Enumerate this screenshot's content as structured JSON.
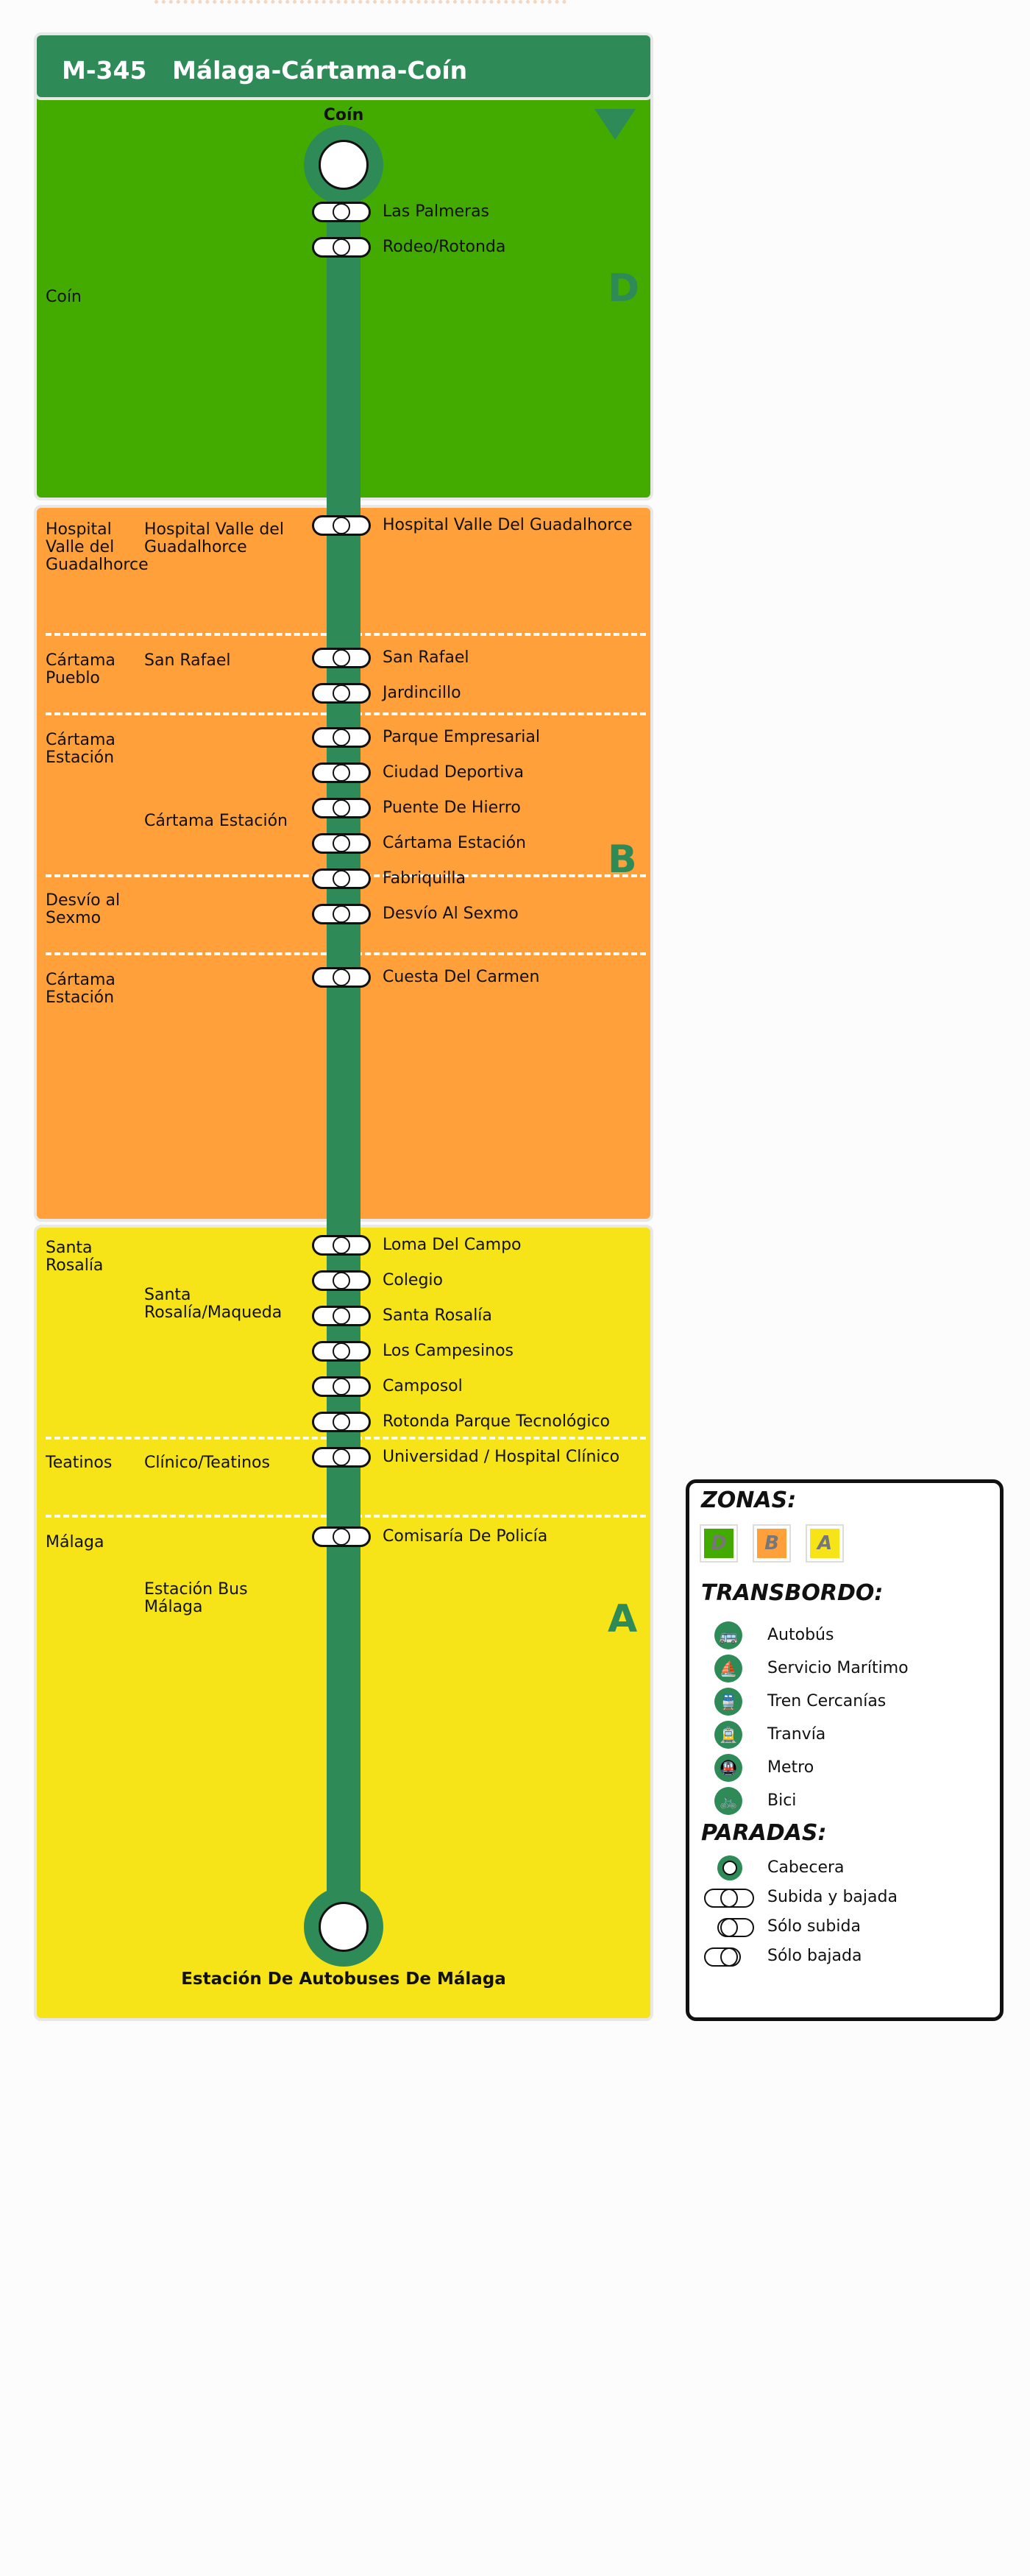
{
  "colors": {
    "header": "#2e8b57",
    "route": "#2e8b57",
    "zone_D": "#43ab00",
    "zone_B": "#ffa03a",
    "zone_A": "#f6e418"
  },
  "header": {
    "line": "M-345",
    "title": "Málaga-Cártama-Coín"
  },
  "route": {
    "start_name": "Coín",
    "end_name": "Estación De Autobuses De Málaga",
    "direction_icon": "triangle-down-icon"
  },
  "zones": [
    {
      "letter": "D"
    },
    {
      "letter": "B"
    },
    {
      "letter": "A"
    }
  ],
  "localities": [
    "Coín",
    "Hospital Valle del Guadalhorce",
    "Cártama Pueblo",
    "Cártama Estación",
    "Desvío al Sexmo",
    "Cártama Estación",
    "Santa Rosalía",
    "Teatinos",
    "Málaga"
  ],
  "areas": [
    "Hospital Valle del Guadalhorce",
    "San Rafael",
    "Cártama Estación",
    "Santa Rosalía/Maqueda",
    "Clínico/Teatinos",
    "Estación Bus Málaga"
  ],
  "stops": [
    "Las Palmeras",
    "Rodeo/Rotonda",
    "Hospital Valle Del Guadalhorce",
    "San Rafael",
    "Jardincillo",
    "Parque Empresarial",
    "Ciudad Deportiva",
    "Puente De Hierro",
    "Cártama Estación",
    "Fabriquilla",
    "Desvío Al Sexmo",
    "Cuesta Del Carmen",
    "Loma Del Campo",
    "Colegio",
    "Santa Rosalía",
    "Los Campesinos",
    "Camposol",
    "Rotonda Parque Tecnológico",
    "Universidad / Hospital Clínico",
    "Comisaría De Policía"
  ],
  "legend": {
    "zonas_title": "ZONAS:",
    "zonas": [
      "D",
      "B",
      "A"
    ],
    "transbordo_title": "TRANSBORDO:",
    "transbordo": [
      {
        "label": "Autobús",
        "icon": "bus-icon"
      },
      {
        "label": "Servicio Marítimo",
        "icon": "boat-icon"
      },
      {
        "label": "Tren Cercanías",
        "icon": "train-icon"
      },
      {
        "label": "Tranvía",
        "icon": "tram-icon"
      },
      {
        "label": "Metro",
        "icon": "metro-icon"
      },
      {
        "label": "Bici",
        "icon": "bike-icon"
      }
    ],
    "paradas_title": "PARADAS:",
    "paradas": [
      "Cabecera",
      "Subida y bajada",
      "Sólo subida",
      "Sólo bajada"
    ]
  }
}
